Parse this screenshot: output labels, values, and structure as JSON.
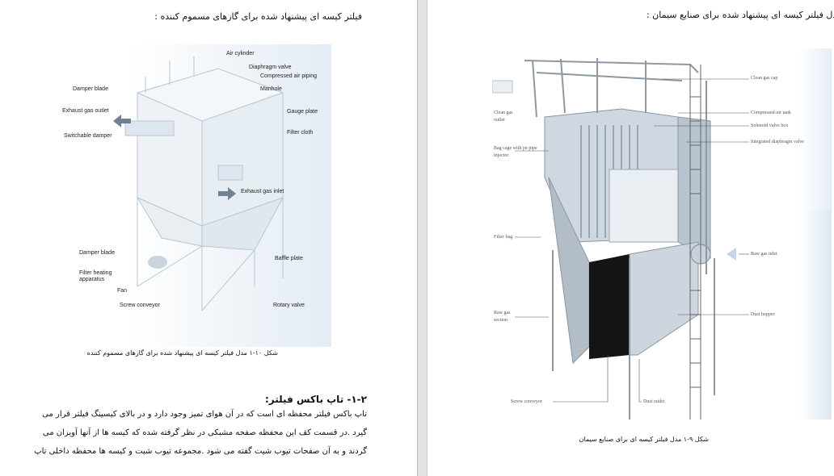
{
  "left_page": {
    "heading": "فیلتر کیسه ای پیشنهاد شده برای گازهای مسموم کننده :",
    "figure_labels": [
      "Air cylinder",
      "Diaphragm valve",
      "Compressed air piping",
      "Manhole",
      "Gauge plate",
      "Filter cloth",
      "Damper blade",
      "Exhaust gas outlet",
      "Switchable damper",
      "Exhaust gas inlet",
      "Damper blade",
      "Baffle plate",
      "Filter heating apparatus",
      "Fan",
      "Screw conveyor",
      "Rotary valve"
    ],
    "caption": "شکل ۱۰-۱ مدل فیلتر کیسه ای پیشنهاد شده برای گازهای مسموم کننده",
    "section_title": "۱-۲- تاپ باکس فیلتر:",
    "paragraph_lines": [
      "تاپ باکس فیلتر محفظه ای است که در آن هوای تمیز وجود دارد و در بالای کیسینگ فیلتر قرار می",
      "گیرد .در قسمت کف این محفظه صفحه مشبکی در نظر گرفته شده که کیسه ها از آنها آویزان می",
      "گردند و به آن صفحات تیوب شیت گفته می شود .مجموعه تیوب شیت و کیسه ها محفظه داخلی تاپ"
    ]
  },
  "right_page": {
    "heading": "مدل فیلتر کیسه ای پیشنهاد شده برای صنایع سیمان :",
    "figure_labels": {
      "clean_gas_cap": "Clean gas cap",
      "clean_gas_outlet": "Clean gas outlet",
      "compressed_air_tank": "Compressed-air tank",
      "solenoid_valve_box": "Solenoid valve box",
      "bag_cage": "Bag cage with jet pipe injector",
      "integrated_diaphragm_valve": "Integrated diaphragm valve",
      "filter_bag": "Filter bag",
      "raw_gas_inlet": "Raw gas inlet",
      "raw_gas_section": "Raw gas section",
      "dust_hopper": "Dust hopper",
      "screw_conveyor": "Screw conveyor",
      "dust_outlet": "Dust outlet"
    },
    "caption": "شکل ۹-۱ مدل فیلتر کیسه ای برای صنایع سیمان"
  }
}
